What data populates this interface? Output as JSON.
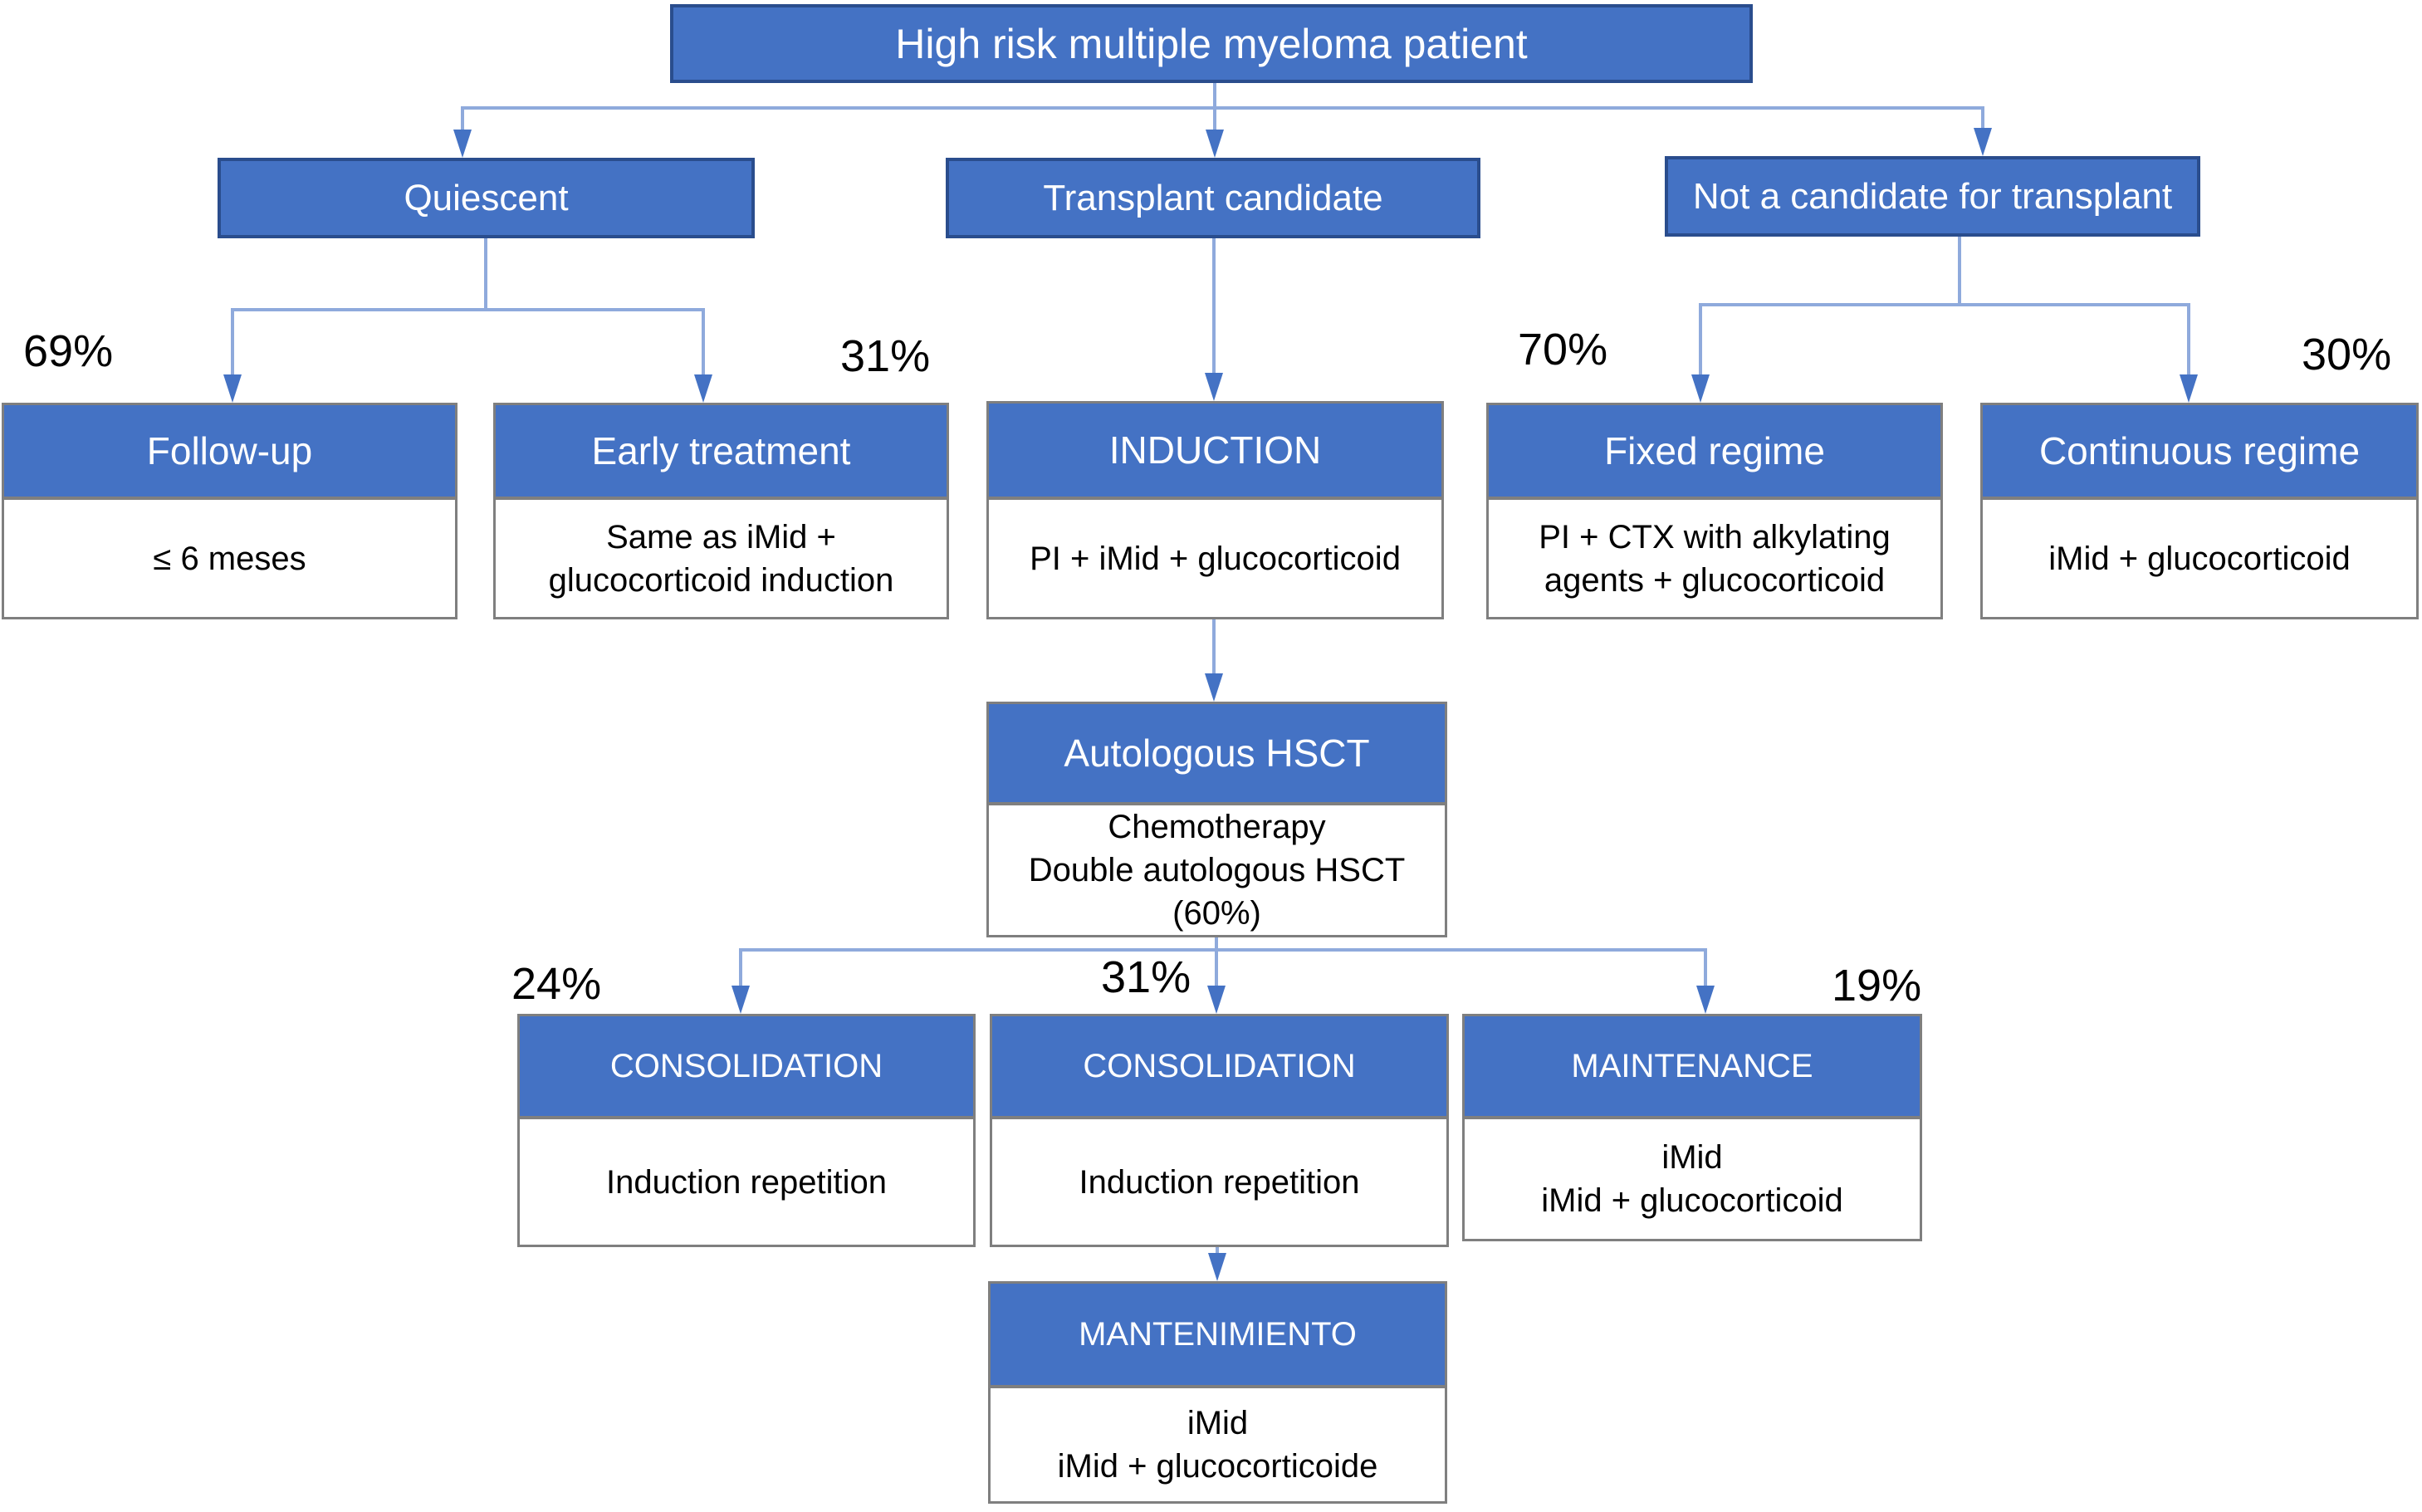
{
  "colors": {
    "node_fill": "#4472c4",
    "node_border": "#2a4d8d",
    "card_border": "#7f7f7f",
    "connector": "#8faadc",
    "arrowhead": "#4472c4",
    "header_text": "#ffffff",
    "body_text": "#000000"
  },
  "nodes": {
    "root": {
      "label": "High risk multiple myeloma patient"
    },
    "quiescent": {
      "label": "Quiescent"
    },
    "transplant": {
      "label": "Transplant candidate"
    },
    "no_transplant": {
      "label": "Not a candidate for transplant"
    },
    "followup": {
      "percent": "69%",
      "title": "Follow-up",
      "body": "≤ 6 meses"
    },
    "early": {
      "percent": "31%",
      "title": "Early treatment",
      "body": "Same as iMid +\nglucocorticoid induction"
    },
    "induction": {
      "title": "INDUCTION",
      "body": "PI + iMid + glucocorticoid"
    },
    "fixed": {
      "percent": "70%",
      "title": "Fixed regime",
      "body": "PI + CTX with alkylating\nagents + glucocorticoid"
    },
    "continuous": {
      "percent": "30%",
      "title": "Continuous regime",
      "body": "iMid + glucocorticoid"
    },
    "hsct": {
      "title": "Autologous HSCT",
      "body": "Chemotherapy\nDouble autologous HSCT\n(60%)"
    },
    "consolidation1": {
      "percent": "24%",
      "title": "CONSOLIDATION",
      "body": "Induction repetition"
    },
    "consolidation2": {
      "percent": "31%",
      "title": "CONSOLIDATION",
      "body": "Induction repetition"
    },
    "maintenance": {
      "percent": "19%",
      "title": "MAINTENANCE",
      "body": "iMid\niMid + glucocorticoid"
    },
    "mantenimiento": {
      "title": "MANTENIMIENTO",
      "body": "iMid\niMid + glucocorticoide"
    }
  }
}
